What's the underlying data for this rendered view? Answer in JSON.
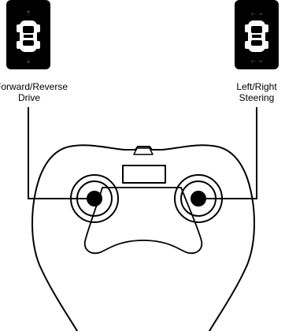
{
  "left_label": {
    "line1": "Forward/Reverse",
    "line2": "Drive"
  },
  "right_label": {
    "line1": "Left/Right",
    "line2": "Steering"
  },
  "icons": {
    "left_panel": "car-top-view-icon",
    "right_panel": "car-top-view-icon"
  },
  "colors": {
    "ink": "#000000",
    "paper": "#ffffff"
  }
}
